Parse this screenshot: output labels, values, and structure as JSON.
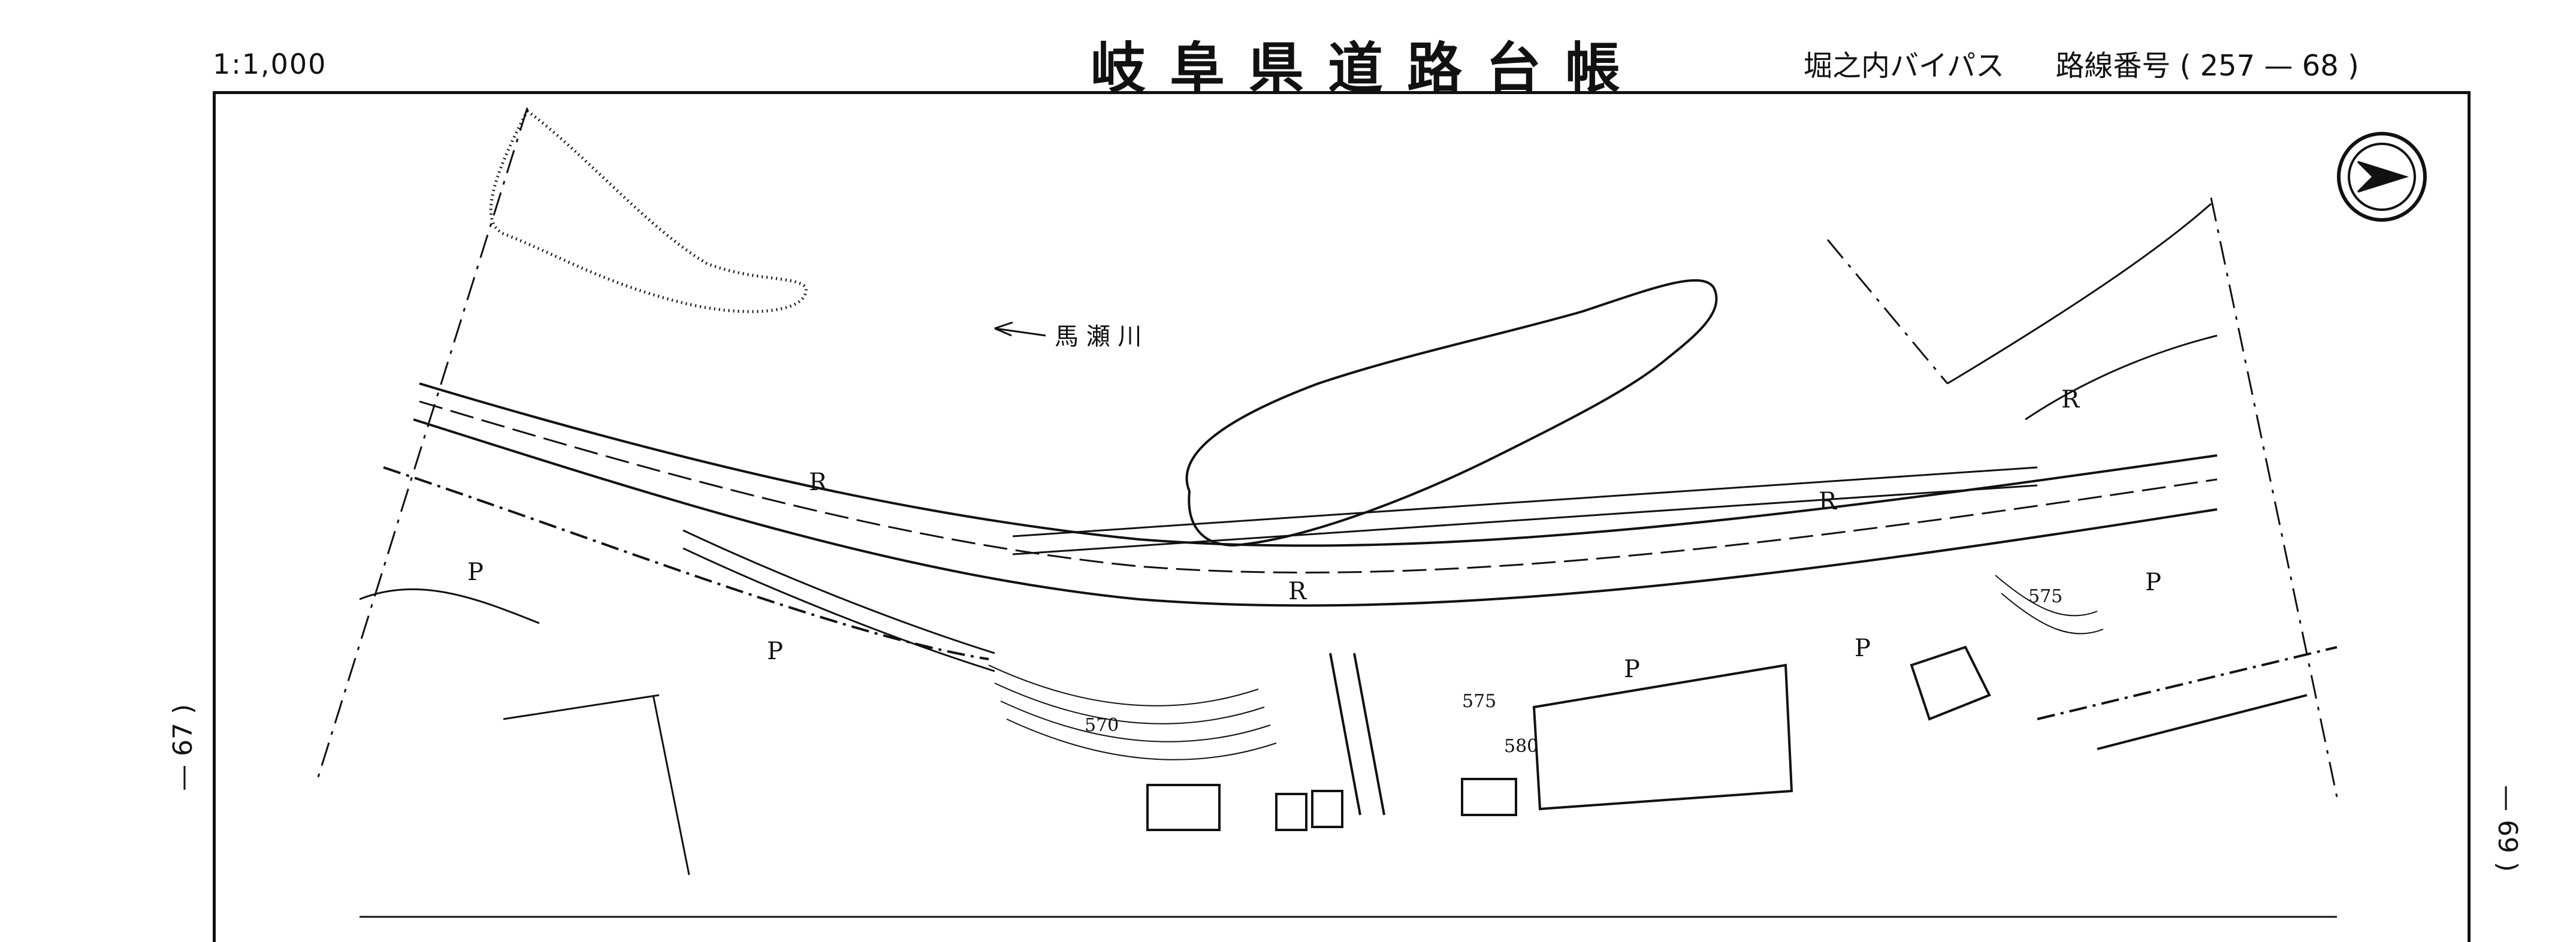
{
  "header": {
    "scale": "1:1,000",
    "title": "岐阜県道路台帳",
    "route_name": "堀之内バイパス",
    "route_number_label": "路線番号",
    "route_number_open": "(",
    "route_number": "257",
    "route_dash": "—",
    "route_sheet": "68",
    "route_number_close": ")"
  },
  "margins": {
    "left_sheet": "— 67 )",
    "right_sheet": "— 69 )"
  },
  "map": {
    "river_label": "馬 瀬 川",
    "road_marks": [
      "R",
      "R",
      "R",
      "R"
    ],
    "parking_marks": [
      "P",
      "P",
      "P",
      "P",
      "P"
    ],
    "contours": [
      "570",
      "575",
      "575",
      "580"
    ],
    "north_arrow": "north-arrow-icon",
    "line_color": "#111111"
  }
}
